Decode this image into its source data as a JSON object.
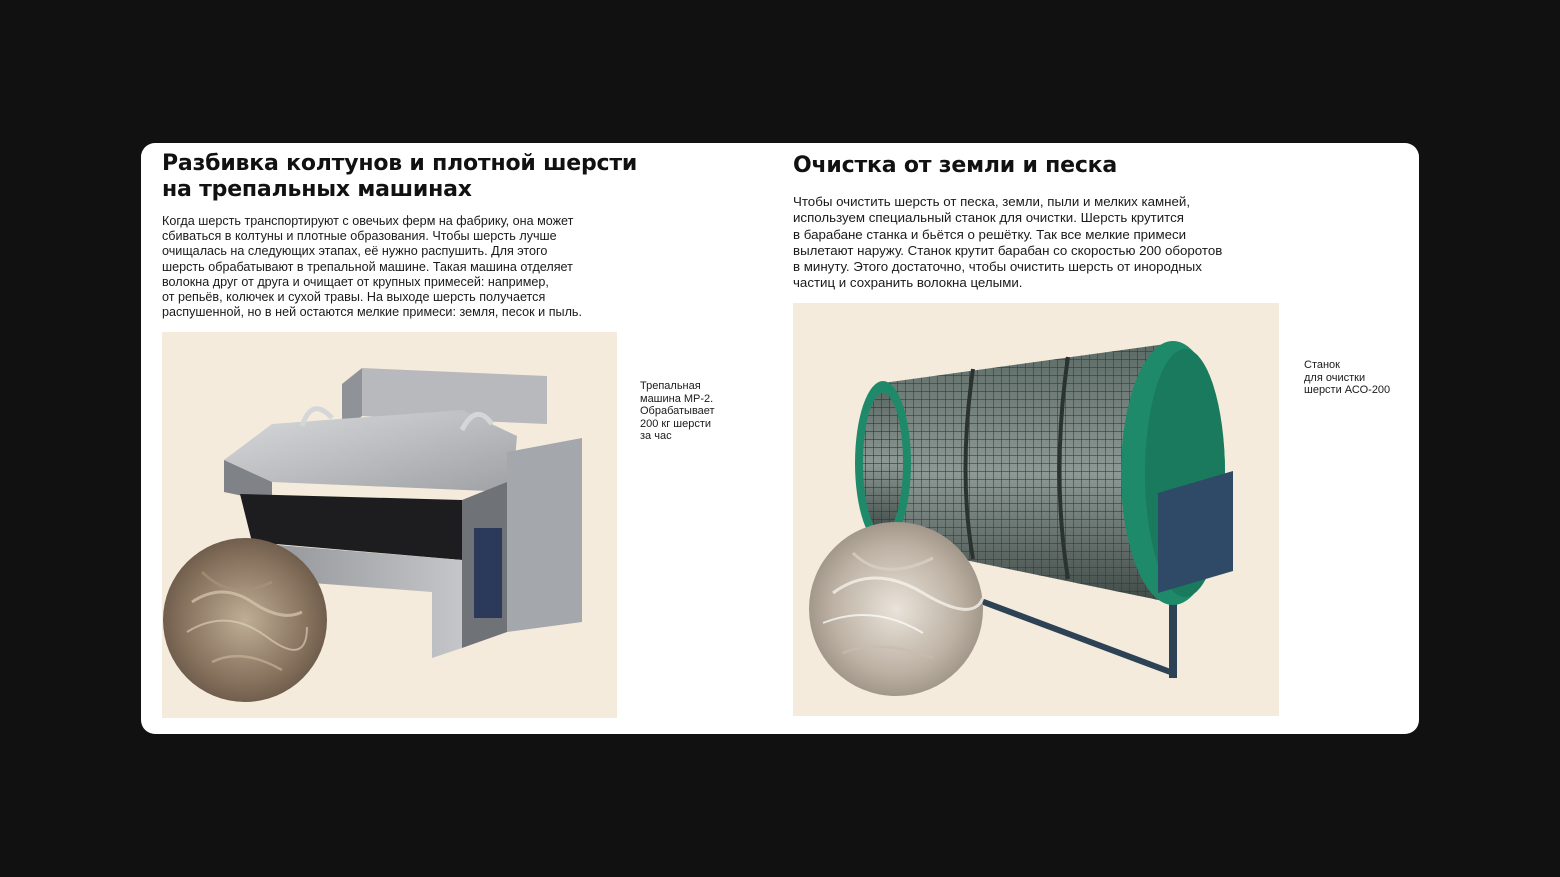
{
  "left_section": {
    "title": "Разбивка колтунов и плотной шерсти\nна трепальных машинах",
    "body": "Когда шерсть транспортируют с овечьих ферм на фабрику, она может\nсбиваться в колтуны и плотные образования. Чтобы шерсть лучше\nочищалась на следующих этапах, её нужно распушить. Для этого\nшерсть обрабатывают в трепальной машине. Такая машина отделяет\nволокна друг от друга и очищает от крупных примесей: например,\nот репьёв, колючек и сухой травы. На выходе шерсть получается\nраспушенной, но в ней остаются мелкие примеси: земля, песок и пыль.",
    "caption": "Трепальная\nмашина МР-2.\nОбрабатывает\n200 кг шерсти\nза час",
    "image_icon": "teasing-machine-photo"
  },
  "right_section": {
    "title": "Очистка от земли и песка",
    "body": "Чтобы очистить шерсть от песка, земли, пыли и мелких камней,\nиспользуем специальный станок для очистки. Шерсть крутится\nв барабане станка и бьётся о решётку. Так все мелкие примеси\nвылетают наружу. Станок крутит барабан со скоростью 200 оборотов\nв минуту. Этого достаточно, чтобы очистить шерсть от инородных\nчастиц и сохранить волокна целыми.",
    "caption": "Станок\nдля очистки\nшерсти АСО-200",
    "image_icon": "drum-cleaner-photo"
  },
  "colors": {
    "page_background": "#111111",
    "card_background": "#ffffff",
    "photo_background": "#f4ebdc",
    "drum_accent": "#1f8a6a"
  }
}
